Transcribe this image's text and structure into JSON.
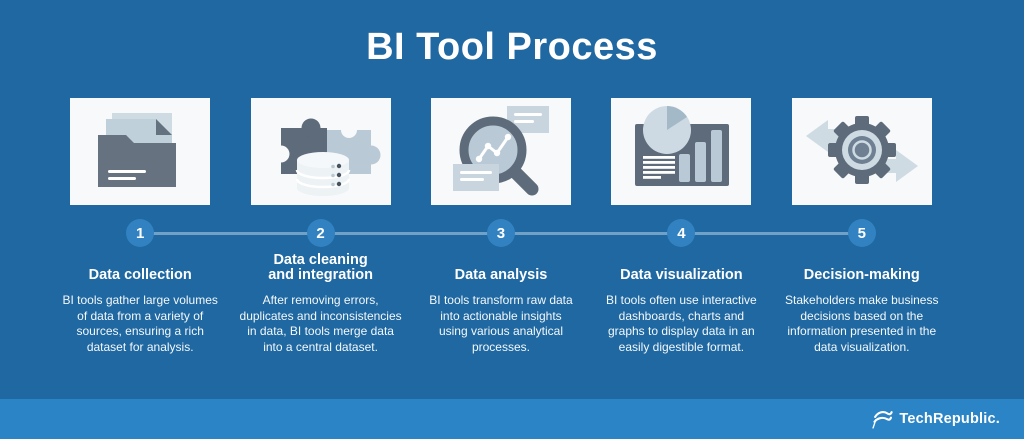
{
  "title": "BI Tool Process",
  "colors": {
    "background": "#1F68A1",
    "footer-bar": "#2B84C5",
    "card-bg": "#F7F9FA",
    "badge": "#3282C2",
    "connector": "#8FB4D4",
    "text": "#FFFFFF"
  },
  "steps": [
    {
      "number": "1",
      "icon": "folder-documents-icon",
      "title": "Data collection",
      "description": "BI tools gather large volumes\nof data from a variety of\nsources, ensuring a rich\ndataset for analysis."
    },
    {
      "number": "2",
      "icon": "puzzle-database-icon",
      "title": "Data cleaning\nand integration",
      "description": "After removing errors,\nduplicates and inconsistencies\nin data, BI tools merge data\ninto a central dataset."
    },
    {
      "number": "3",
      "icon": "magnifier-chart-icon",
      "title": "Data analysis",
      "description": "BI tools transform raw data\ninto actionable insights\nusing various analytical\nprocesses."
    },
    {
      "number": "4",
      "icon": "dashboard-charts-icon",
      "title": "Data visualization",
      "description": "BI tools often use interactive\ndashboards, charts and\ngraphs to display data in an\neasily digestible format."
    },
    {
      "number": "5",
      "icon": "gear-arrows-icon",
      "title": "Decision-making",
      "description": "Stakeholders make business\ndecisions based on the\ninformation presented in the\ndata visualization."
    }
  ],
  "footer": {
    "brand": "TechRepublic."
  }
}
